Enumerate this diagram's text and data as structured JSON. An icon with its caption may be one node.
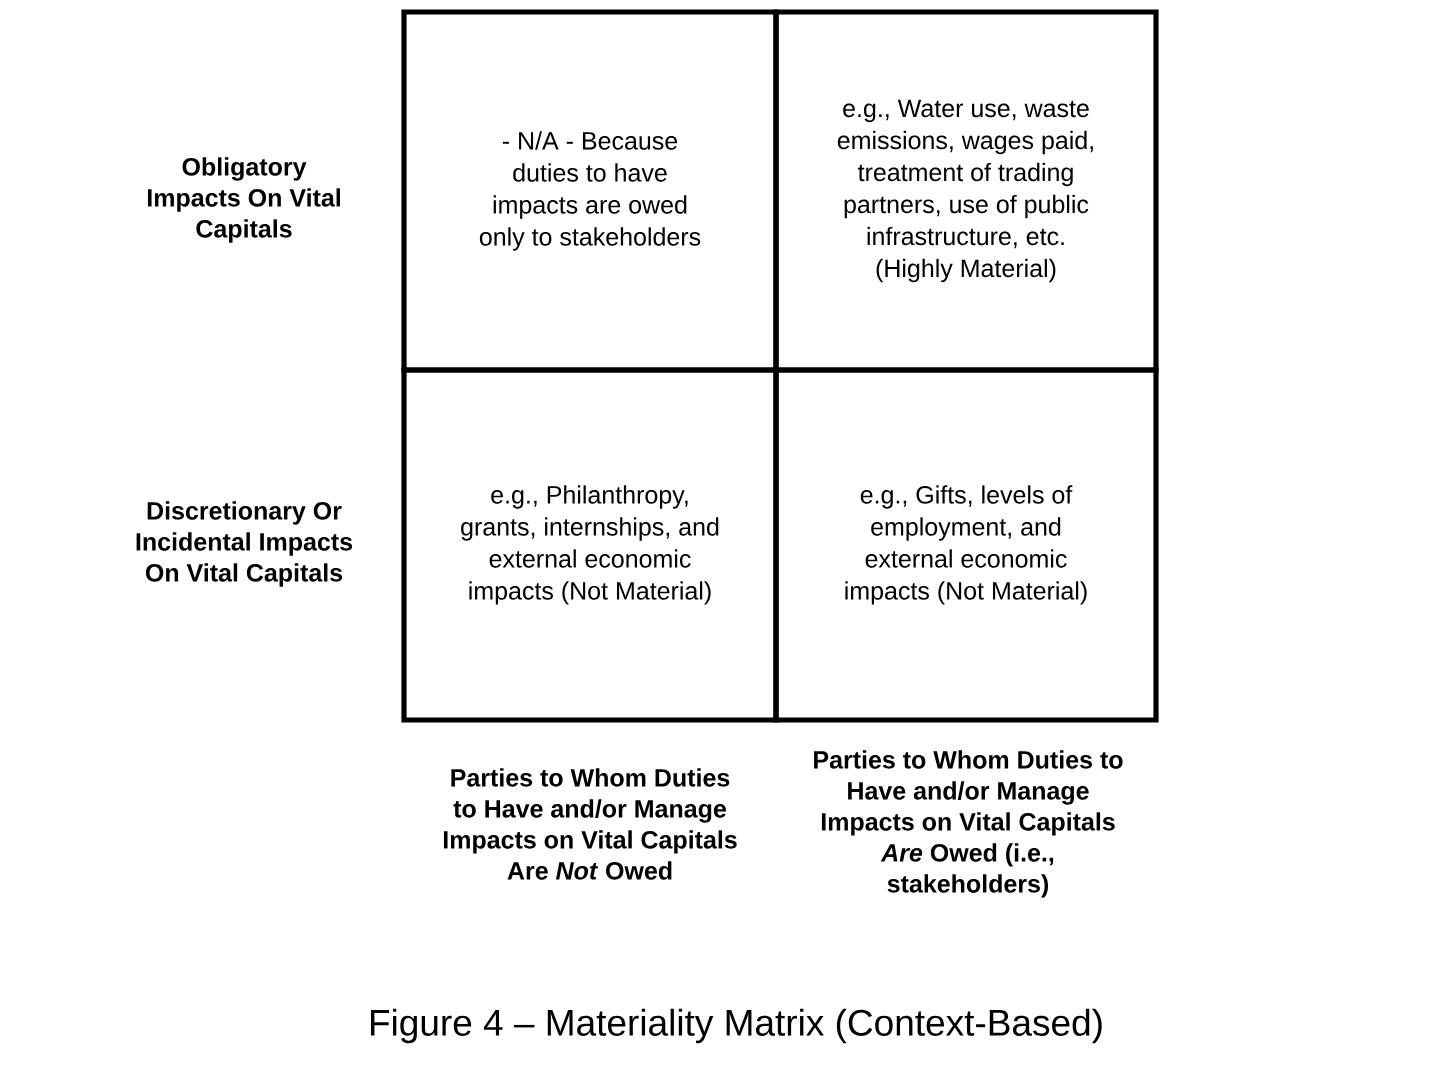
{
  "diagram": {
    "caption": "Figure 4 – Materiality Matrix (Context-Based)",
    "nodes": [
      {
        "text": [
          "- N/A - Because duties to have impacts are owed only to stakeholders"
        ]
      },
      {
        "text": [
          "e.g., Water use, waste emissions, wages paid, treatment of trading partners, use of public infrastructure, etc. (Highly Material)"
        ]
      },
      {
        "text": [
          "e.g., Philanthropy, grants, internships, and external economic impacts (Not Material)"
        ]
      },
      {
        "text": [
          "e.g., Gifts, levels of employment, and external economic impacts (Not Material)"
        ]
      }
    ],
    "labels": [
      "Obligatory Impacts On Vital Capitals",
      "Discretionary Or Incidental Impacts On Vital Capitals",
      "Parties to Whom Duties to Have and/or Manage Impacts on Vital Capitals Are *Not* Owed",
      "Parties to Whom Duties to Have and/or Manage Impacts on Vital Capitals *Are* Owed (i.e., stakeholders)"
    ]
  }
}
